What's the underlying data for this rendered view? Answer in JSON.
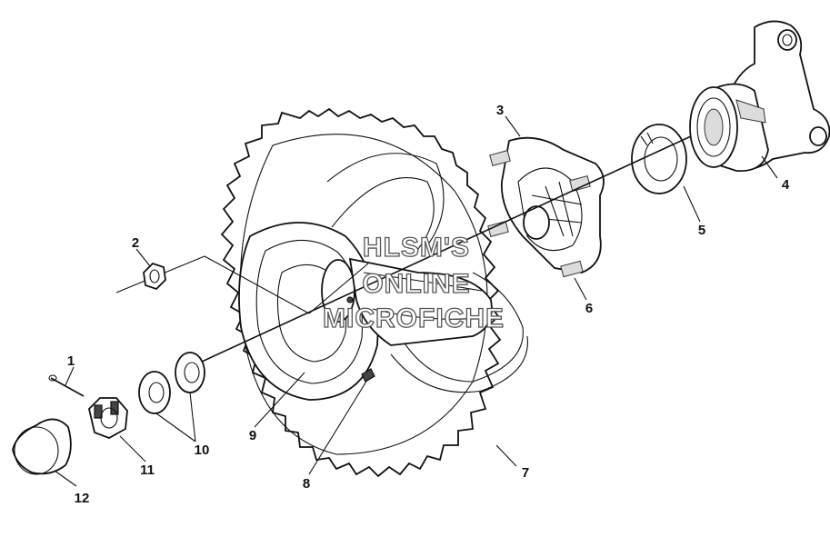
{
  "diagram": {
    "watermark_lines": [
      "HLSM'S",
      "ONLINE",
      "MICROFICHE"
    ],
    "callouts": [
      {
        "id": "1",
        "label": "1",
        "part": "cotter-pin"
      },
      {
        "id": "2",
        "label": "2",
        "part": "lug-nut"
      },
      {
        "id": "3",
        "label": "3",
        "part": "wheel-hub"
      },
      {
        "id": "4",
        "label": "4",
        "part": "hub-carrier"
      },
      {
        "id": "5",
        "label": "5",
        "part": "lock-washer"
      },
      {
        "id": "6",
        "label": "6",
        "part": "wheel-stud"
      },
      {
        "id": "7",
        "label": "7",
        "part": "tire"
      },
      {
        "id": "8",
        "label": "8",
        "part": "valve-stem"
      },
      {
        "id": "9",
        "label": "9",
        "part": "wheel-rim"
      },
      {
        "id": "10",
        "label": "10",
        "part": "washers"
      },
      {
        "id": "11",
        "label": "11",
        "part": "castle-nut"
      },
      {
        "id": "12",
        "label": "12",
        "part": "hub-cap"
      }
    ]
  }
}
